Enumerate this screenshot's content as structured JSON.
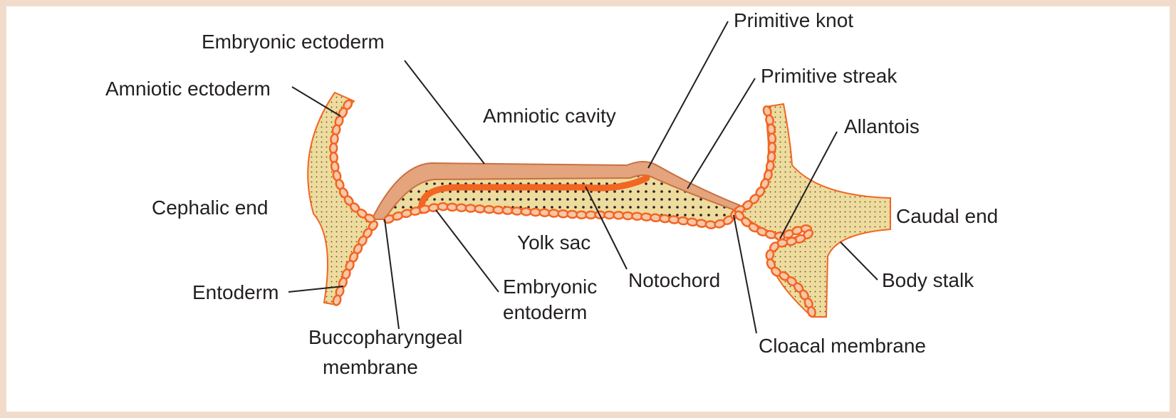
{
  "colors": {
    "frame": "#f1dccb",
    "tissue": "#eedb9e",
    "cell_outline": "#f26522",
    "cell_fill": "#f7c7a8",
    "ectoderm": "#d98a5e",
    "notochord": "#f26522"
  },
  "labels": {
    "embryonic_ectoderm": "Embryonic ectoderm",
    "amniotic_ectoderm": "Amniotic ectoderm",
    "amniotic_cavity": "Amniotic cavity",
    "primitive_knot": "Primitive knot",
    "primitive_streak": "Primitive streak",
    "allantois": "Allantois",
    "cephalic_end": "Cephalic end",
    "caudal_end": "Caudal end",
    "yolk_sac": "Yolk sac",
    "body_stalk": "Body stalk",
    "notochord": "Notochord",
    "entoderm": "Entoderm",
    "embryonic_entoderm_1": "Embryonic",
    "embryonic_entoderm_2": "entoderm",
    "buccopharyngeal_1": "Buccopharyngeal",
    "buccopharyngeal_2": "membrane",
    "cloacal_membrane": "Cloacal membrane"
  }
}
